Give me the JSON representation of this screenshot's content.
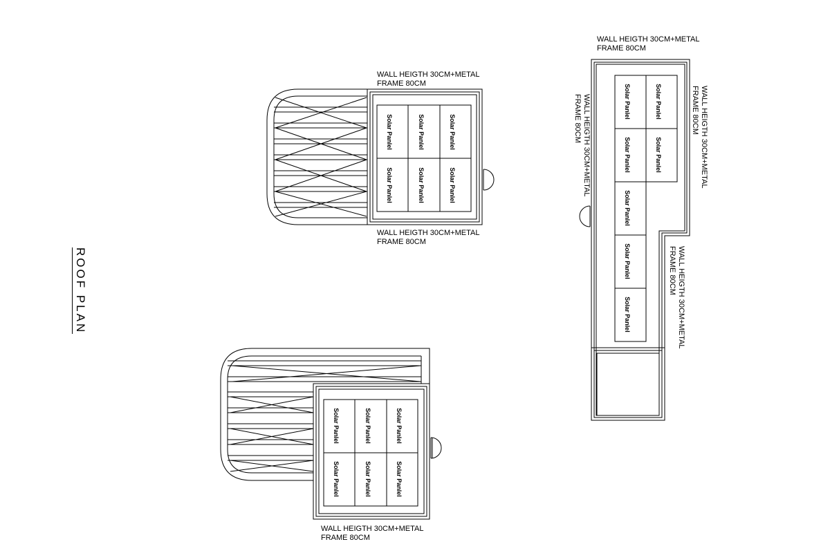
{
  "drawing": {
    "title": "ROOF PLAN",
    "panel_label": "Solar Panlel",
    "notes": {
      "line1": "WALL HEIGTH 30CM+METAL",
      "line2": "FRAME 80CM"
    }
  },
  "roofs": [
    {
      "name": "roof-top-middle",
      "panel_grid": {
        "columns": 3,
        "rows": 2
      }
    },
    {
      "name": "roof-right-tall",
      "panel_grid": {
        "columns": 2,
        "rows": 2,
        "extra_column_rows": 3
      }
    },
    {
      "name": "roof-bottom-left",
      "panel_grid": {
        "columns": 3,
        "rows": 2
      }
    }
  ],
  "colors": {
    "line": "#000000",
    "background": "#ffffff"
  }
}
